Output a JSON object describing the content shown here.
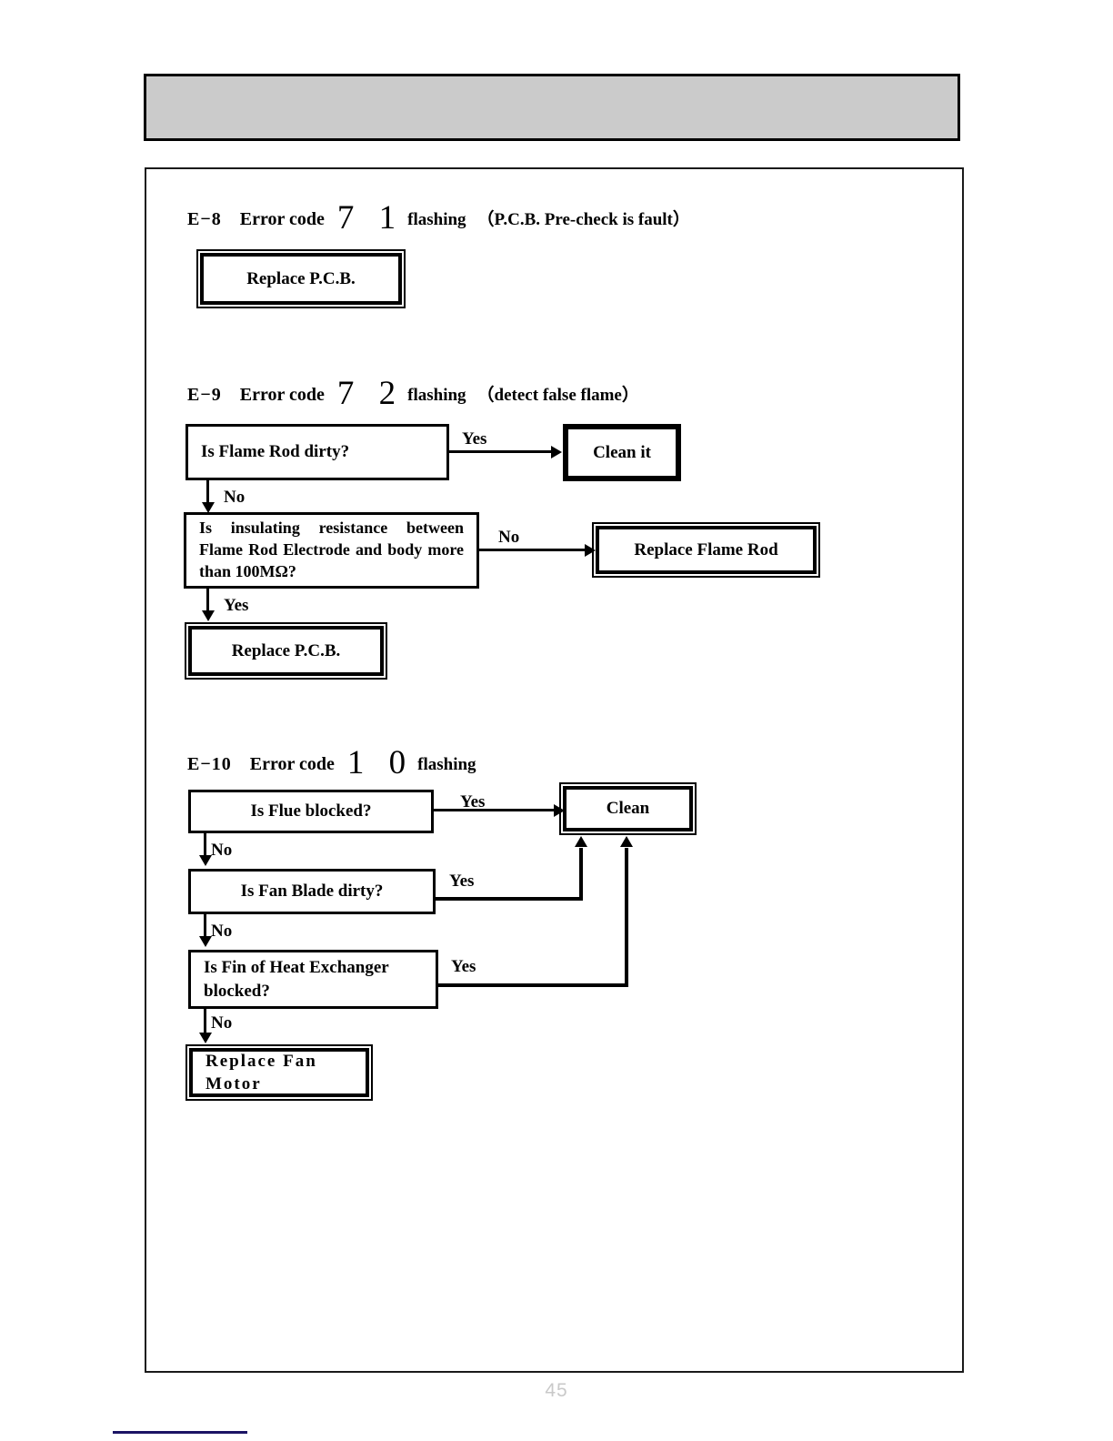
{
  "page": {
    "number": "45"
  },
  "sections": [
    {
      "code": "E−8",
      "label": "Error code",
      "digits": "7 1",
      "flashing": "flashing",
      "note": "（P.C.B. Pre-check is fault）",
      "boxes": {
        "replace_pcb": "Replace P.C.B."
      }
    },
    {
      "code": "E−9",
      "label": "Error code",
      "digits": "7 2",
      "flashing": "flashing",
      "note": "（detect false flame）",
      "boxes": {
        "flame_rod_dirty": "Is Flame Rod dirty?",
        "clean_it": "Clean it",
        "insulating_resistance": "Is insulating resistance between Flame Rod Electrode and body more than 100MΩ?",
        "replace_flame_rod": "Replace Flame Rod",
        "replace_pcb": "Replace P.C.B."
      },
      "edges": {
        "yes_clean": "Yes",
        "no_insulating": "No",
        "no_replace_rod": "No",
        "yes_replace_pcb": "Yes"
      }
    },
    {
      "code": "E−10",
      "label": "Error code",
      "digits": "1 0",
      "flashing": "flashing",
      "note": "",
      "boxes": {
        "flue_blocked": "Is Flue blocked?",
        "clean": "Clean",
        "fan_blade_dirty": "Is Fan Blade dirty?",
        "fin_blocked": "Is Fin of Heat Exchanger blocked?",
        "replace_fan_motor": "Replace Fan Motor"
      },
      "edges": {
        "yes_flue": "Yes",
        "no_flue": "No",
        "yes_fan": "Yes",
        "no_fan": "No",
        "yes_fin": "Yes",
        "no_fin": "No"
      }
    }
  ],
  "colors": {
    "header_fill": "#cbcbcb",
    "ink": "#000000",
    "page_number": "#c9c9c9",
    "footer_rule": "#1b1464"
  }
}
